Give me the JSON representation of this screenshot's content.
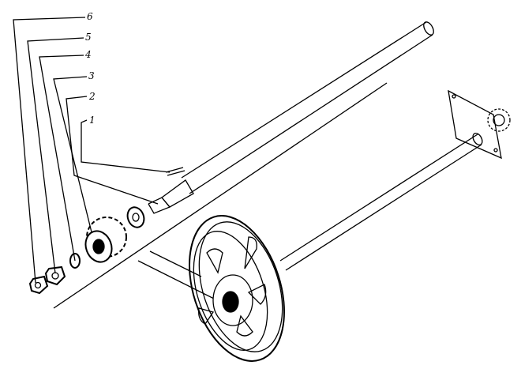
{
  "diagram": {
    "callouts": [
      {
        "id": "callout-6",
        "label": "6"
      },
      {
        "id": "callout-5",
        "label": "5"
      },
      {
        "id": "callout-4",
        "label": "4"
      },
      {
        "id": "callout-3",
        "label": "3"
      },
      {
        "id": "callout-2",
        "label": "2"
      },
      {
        "id": "callout-1",
        "label": "1"
      }
    ]
  }
}
